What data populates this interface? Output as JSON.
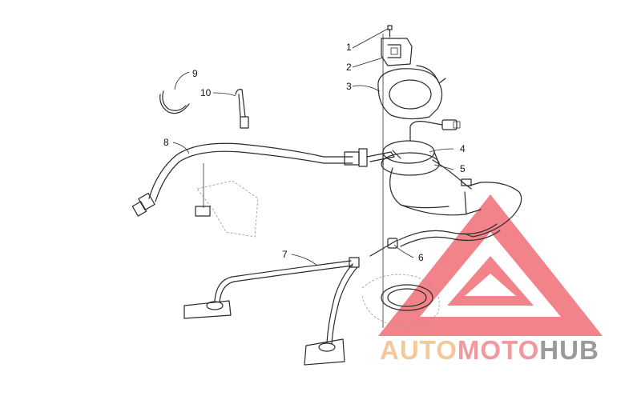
{
  "callouts": [
    {
      "label": "1",
      "name": "callout-1"
    },
    {
      "label": "2",
      "name": "callout-2"
    },
    {
      "label": "3",
      "name": "callout-3"
    },
    {
      "label": "4",
      "name": "callout-4"
    },
    {
      "label": "5",
      "name": "callout-5"
    },
    {
      "label": "6",
      "name": "callout-6"
    },
    {
      "label": "7",
      "name": "callout-7"
    },
    {
      "label": "8",
      "name": "callout-8"
    },
    {
      "label": "9",
      "name": "callout-9"
    },
    {
      "label": "10",
      "name": "callout-10"
    }
  ],
  "watermark": {
    "part1": "AUTO",
    "part2": "MOTO",
    "part3": "HUB",
    "colors": {
      "auto": "#f5c89a",
      "moto": "#f2999f",
      "hub": "#9a9a9a",
      "logo": "#ef5a64"
    }
  },
  "colors": {
    "ink": "#2a2a2a",
    "background": "#ffffff"
  }
}
